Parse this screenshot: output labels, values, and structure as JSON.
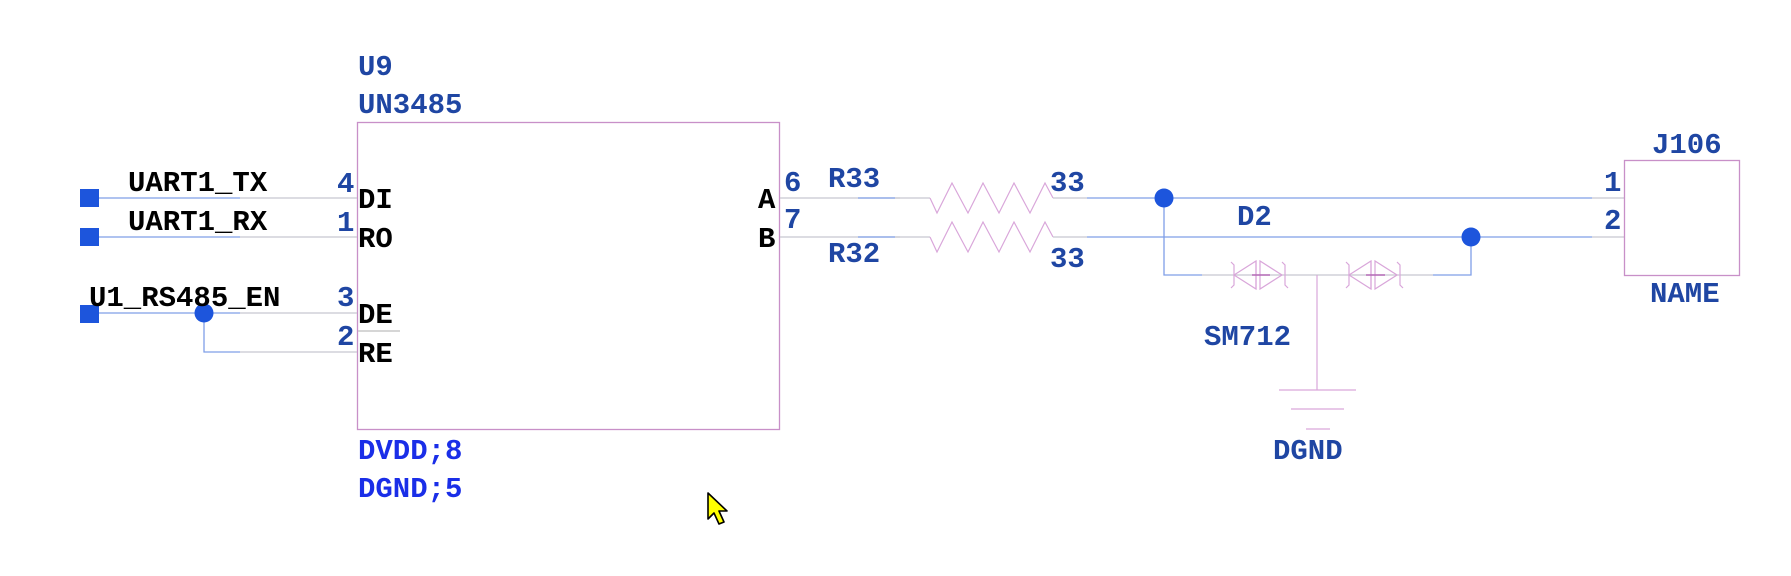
{
  "schematic": {
    "u9": {
      "ref": "U9",
      "value": "UN3485",
      "pins_left": [
        {
          "number": "4",
          "name": "DI",
          "net": "UART1_TX"
        },
        {
          "number": "1",
          "name": "RO",
          "net": "UART1_RX"
        },
        {
          "number": "3",
          "name": "DE",
          "net": "U1_RS485_EN"
        },
        {
          "number": "2",
          "name": "RE",
          "net": "U1_RS485_EN",
          "overbar": true
        }
      ],
      "pins_right": [
        {
          "number": "6",
          "name": "A"
        },
        {
          "number": "7",
          "name": "B"
        }
      ],
      "power_pins": [
        "DVDD;8",
        "DGND;5"
      ]
    },
    "r33": {
      "ref": "R33",
      "value": "33"
    },
    "r32": {
      "ref": "R32",
      "value": "33"
    },
    "d2": {
      "ref": "D2",
      "value": "SM712"
    },
    "ground": {
      "label": "DGND"
    },
    "j106": {
      "ref": "J106",
      "value": "NAME",
      "pins": [
        {
          "number": "1"
        },
        {
          "number": "2"
        }
      ]
    },
    "colors": {
      "reference_text": "#1f46a3",
      "power_text": "#1a2ee8",
      "wire": "#7f9fe8",
      "junction": "#1d55dc",
      "component_body": "#c890c8",
      "cursor": "#ffff00"
    }
  }
}
